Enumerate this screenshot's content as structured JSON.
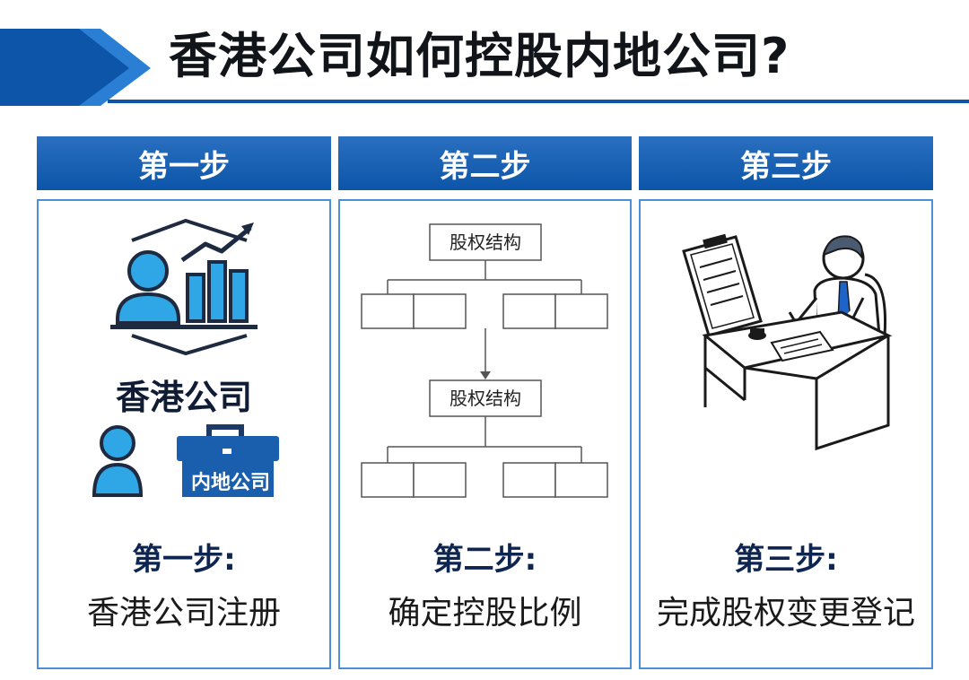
{
  "title": "香港公司如何控股内地公司?",
  "columns": [
    {
      "header": "第一步",
      "company_label": "香港公司",
      "badge_label": "内地公司",
      "step_label": "第一步:",
      "description": "香港公司注册",
      "icons": [
        "user-chart-icon",
        "person-icon",
        "briefcase-icon"
      ]
    },
    {
      "header": "第二步",
      "box_top": "股权结构",
      "box_bottom": "股权结构",
      "step_label": "第二步:",
      "description": "确定控股比例",
      "icons": [
        "org-chart-icon"
      ]
    },
    {
      "header": "第三步",
      "step_label": "第三步:",
      "description": "完成股权变更登记",
      "icons": [
        "clipboard-icon",
        "businessman-signing-icon",
        "desk-icon"
      ]
    }
  ],
  "colors": {
    "primary_blue": "#0c55a8",
    "light_blue": "#2fa7e6",
    "panel_border": "#4d8fd6",
    "dark_navy": "#1d3a66"
  }
}
